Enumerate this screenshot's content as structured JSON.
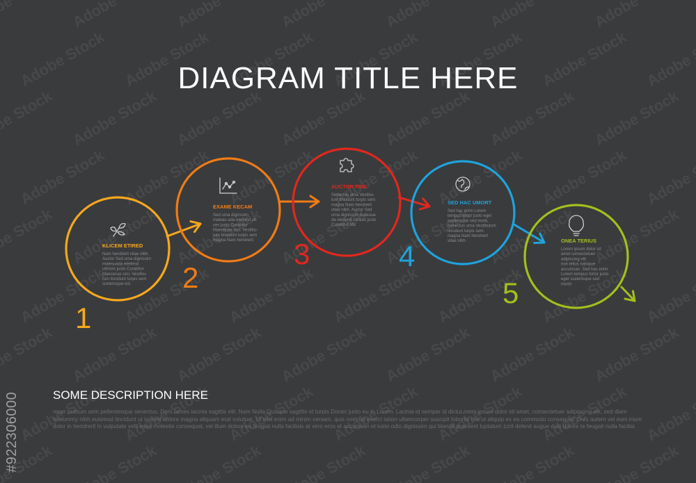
{
  "title": "DIAGRAM TITLE HERE",
  "steps": [
    {
      "number": "1",
      "title": "KLICEM ETIRED",
      "icon": "leaf-plant-icon",
      "color": "#f6a81d",
      "lines": [
        "Nam hendrerit vitae nibh.",
        "Auctor Sed urna dignissim",
        "malesuada eleifend",
        "ultrices justo Curabitur",
        "Maecenas orci. Vestibu-",
        "tum tincidunt turpis sem",
        "scelerisque est."
      ]
    },
    {
      "number": "2",
      "title": "EXAME KECAM",
      "icon": "line-chart-icon",
      "color": "#f07c16",
      "lines": [
        "Sed urna dignissim",
        "maleau ada eleifend ult",
        "ces justo Curabitur",
        "Maecenas orci. Vestibu-",
        "tum tincidunt turpis sem",
        "magna Nam hendrerit"
      ]
    },
    {
      "number": "3",
      "title": "AUCTOR TINC",
      "icon": "puzzle-icon",
      "color": "#e0281e",
      "lines": [
        "Senectus urna Vestibu-",
        "lum tincidunt turpis sem",
        "magna Nam hendrerit",
        "vitae nibh. Auctor Sed",
        "urna dignissim malesua-",
        "da eleifend ultrices justo",
        "Curabitur Ma"
      ]
    },
    {
      "number": "4",
      "title": "SED HAC UMORT",
      "icon": "globe-icon",
      "color": "#1fa3dc",
      "lines": [
        "Sed hac enim Lorem",
        "tempus tortor justo eget",
        "scelerisque sed morb.",
        "Senectus urna Vestibulum",
        "tincidunt turpis sem",
        "magna Nam hendrerit",
        "vitae nibh."
      ]
    },
    {
      "number": "5",
      "title": "ONEA TERIUS",
      "icon": "lightbulb-icon",
      "color": "#a2c01c",
      "lines": [
        "Lorem ipsum dolor sit",
        "amet consectetuer",
        "adipiscing elit",
        "non tellus natoque",
        "accumsan. Sed hac enim",
        "Lorem tempus tortor justo",
        "eget scelerisque sed",
        "morbi"
      ]
    }
  ],
  "description": {
    "title": "SOME DESCRIPTION HERE",
    "body": "mper pretium sem pellentesque senectus. Dem fames lacinia sagittis elit. Nam Nulla Quisque sagittis et turpis Donec justo eu In Lorem. Lacinia id semper id dictuLorem ipsum dolor sit amet, consectetuer adipiscing elit, sed diam nonummy nibh euismod tincidunt ut laoreet dolore magna aliquam erat volutpat. Ut wisi enim ad minim veniam, quis nostrud exerci tation ullamcorper suscipit lobortis nisl ut aliquip ex ea commodo consequat. Duis autem vel eum iriure dolor in hendrerit in vulputate velit esse molestie consequat, vel illum dolore eu feugiat nulla facilisis at vero eros et accumsan et iusto odio dignissim qui blandit praesent luptatum zzril delenit augue duis dolore te feugait nulla facilisi."
  },
  "watermark": {
    "side_text": "#922306000",
    "brand": "Adobe Stock"
  }
}
